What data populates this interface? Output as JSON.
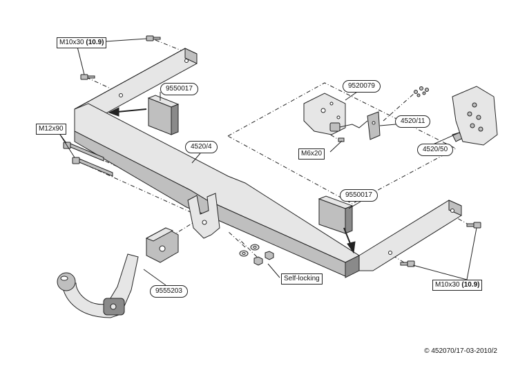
{
  "labels": {
    "m10x30_top": {
      "text": "M10x30 ",
      "grade": "(10.9)"
    },
    "part_9550017_top": "9550017",
    "m12x90": "M12x90",
    "part_4520_4": "4520/4",
    "part_9520079": "9520079",
    "part_4520_11": "4520/11",
    "m6x20": "M6x20",
    "part_4520_50": "4520/50",
    "part_9550017_bottom": "9550017",
    "self_locking": "Self-locking",
    "part_9555203": "9555203",
    "m10x30_bottom": {
      "text": "M10x30 ",
      "grade": "(10.9)"
    }
  },
  "copyright": "© 452070/17-03-2010/2",
  "colors": {
    "line": "#222222",
    "fill_light": "#e6e6e6",
    "fill_mid": "#bfbfbf",
    "fill_dark": "#8a8a8a"
  }
}
